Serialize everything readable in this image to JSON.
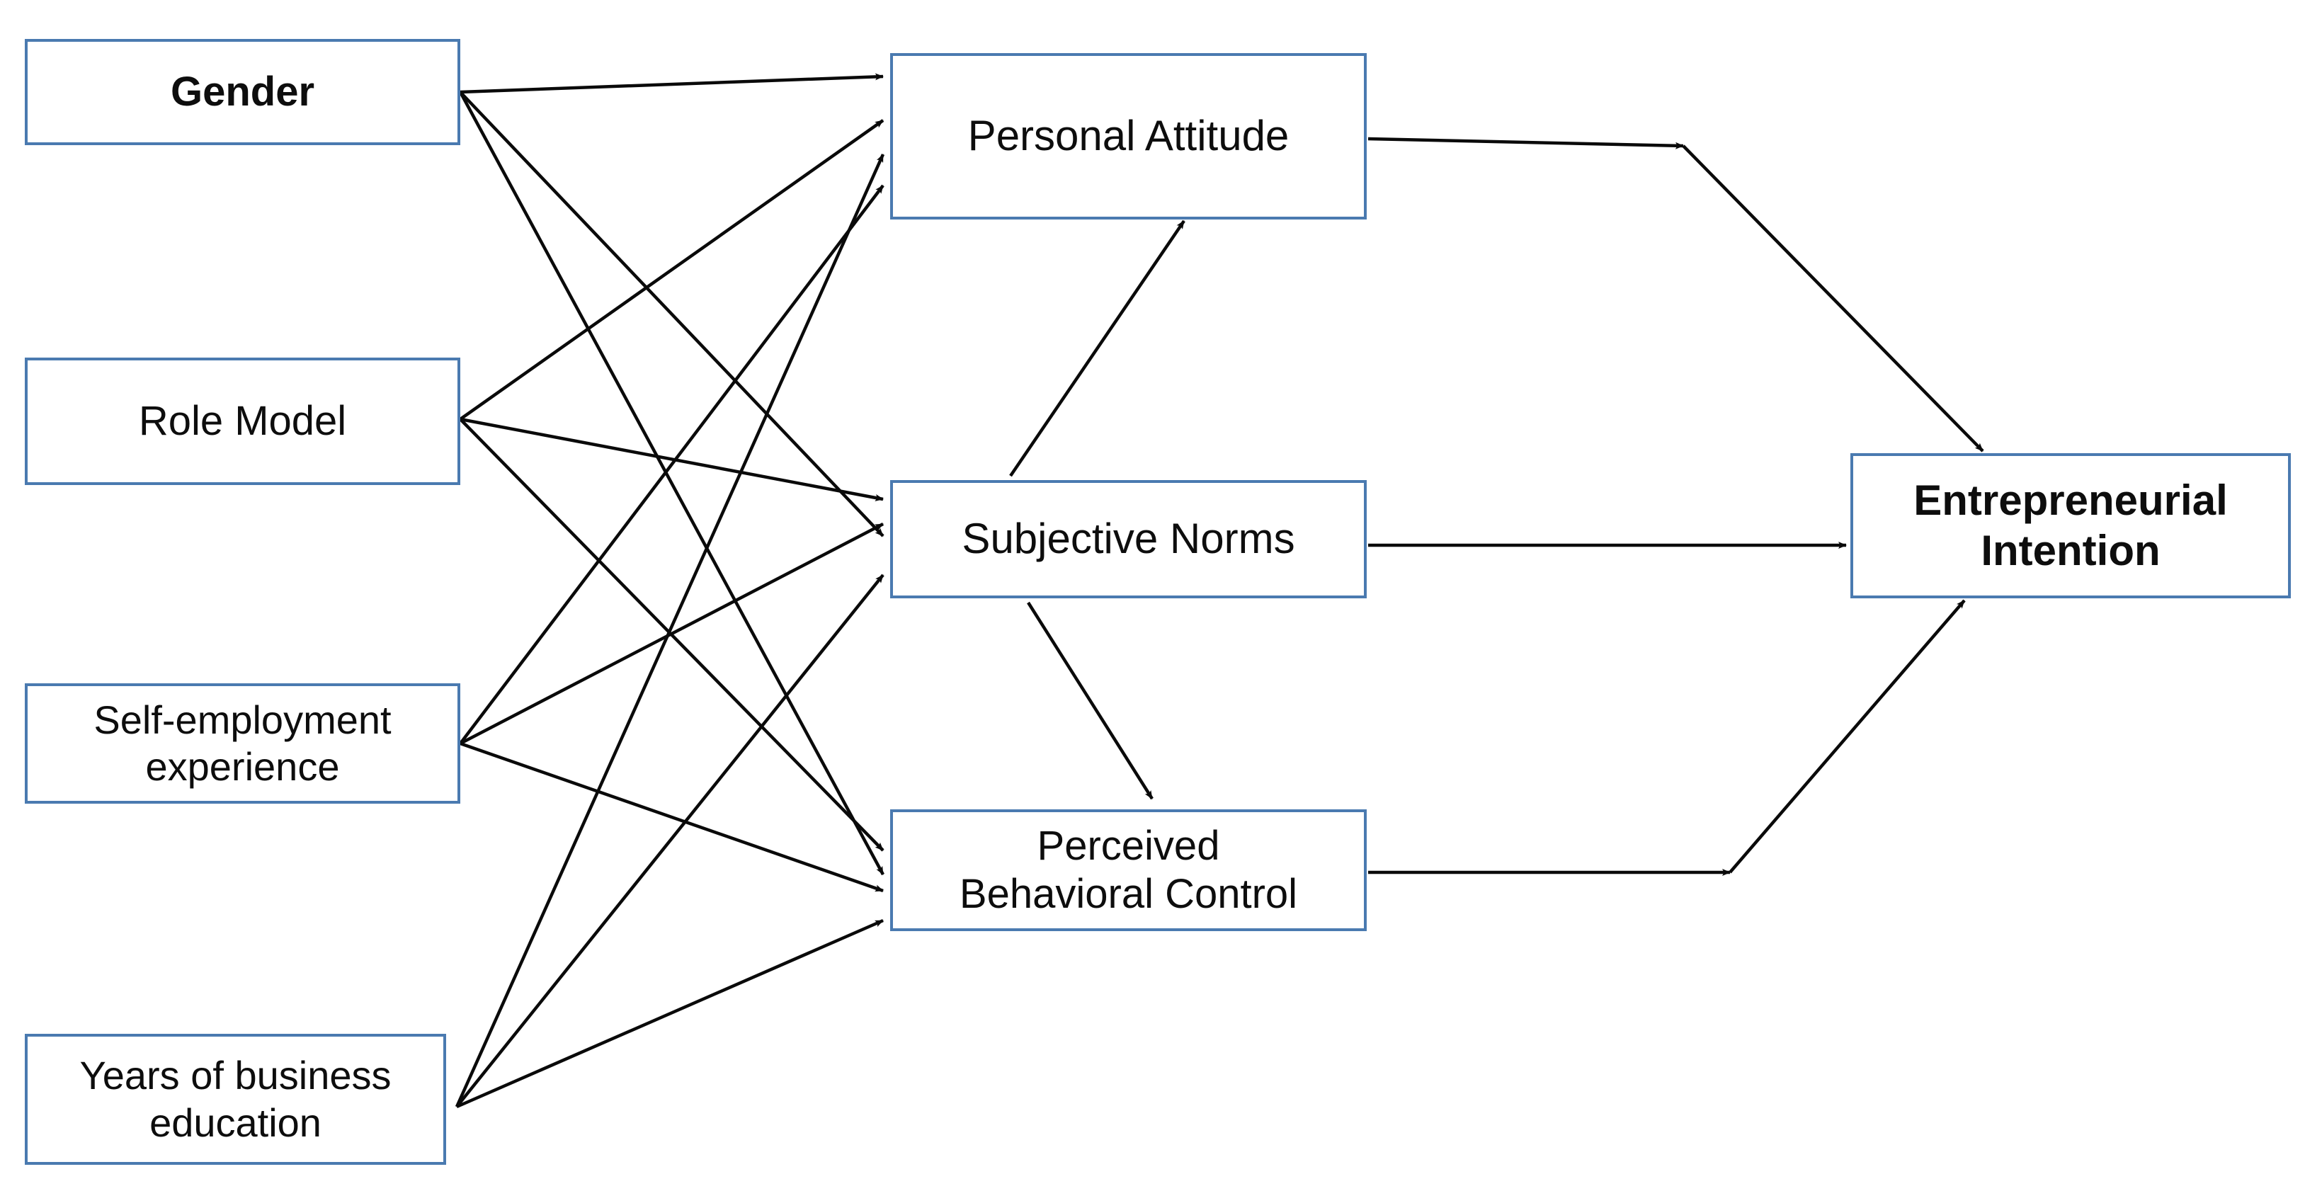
{
  "diagram": {
    "title": "Entrepreneurial Intention Research Model",
    "type": "path-diagram",
    "border_color": "#4a7ab0",
    "arrow_color": "#000000",
    "background": "#ffffff"
  },
  "nodes": {
    "gender": {
      "id": "gender",
      "label": "Gender",
      "column": "antecedents",
      "bold": true
    },
    "role_model": {
      "id": "role_model",
      "label": "Role Model",
      "column": "antecedents",
      "bold": false
    },
    "self_employment": {
      "id": "self_employment",
      "label": "Self-employment\nexperience",
      "column": "antecedents",
      "bold": false
    },
    "years_education": {
      "id": "years_education",
      "label": "Years of business\neducation",
      "column": "antecedents",
      "bold": false
    },
    "personal_attitude": {
      "id": "personal_attitude",
      "label": "Personal Attitude",
      "column": "mediators",
      "bold": false
    },
    "subjective_norms": {
      "id": "subjective_norms",
      "label": "Subjective  Norms",
      "column": "mediators",
      "bold": false
    },
    "perceived_control": {
      "id": "perceived_control",
      "label": "Perceived\nBehavioral Control",
      "column": "mediators",
      "bold": false
    },
    "entrepreneurial_intention": {
      "id": "entrepreneurial_intention",
      "label": "Entrepreneurial\nIntention",
      "column": "outcome",
      "bold": true
    }
  },
  "edges": [
    {
      "from": "gender",
      "to": "personal_attitude"
    },
    {
      "from": "gender",
      "to": "subjective_norms"
    },
    {
      "from": "gender",
      "to": "perceived_control"
    },
    {
      "from": "role_model",
      "to": "personal_attitude"
    },
    {
      "from": "role_model",
      "to": "subjective_norms"
    },
    {
      "from": "role_model",
      "to": "perceived_control"
    },
    {
      "from": "self_employment",
      "to": "personal_attitude"
    },
    {
      "from": "self_employment",
      "to": "subjective_norms"
    },
    {
      "from": "self_employment",
      "to": "perceived_control"
    },
    {
      "from": "years_education",
      "to": "personal_attitude"
    },
    {
      "from": "years_education",
      "to": "subjective_norms"
    },
    {
      "from": "years_education",
      "to": "perceived_control"
    },
    {
      "from": "subjective_norms",
      "to": "personal_attitude"
    },
    {
      "from": "subjective_norms",
      "to": "perceived_control"
    },
    {
      "from": "personal_attitude",
      "to": "entrepreneurial_intention"
    },
    {
      "from": "subjective_norms",
      "to": "entrepreneurial_intention"
    },
    {
      "from": "perceived_control",
      "to": "entrepreneurial_intention"
    }
  ]
}
